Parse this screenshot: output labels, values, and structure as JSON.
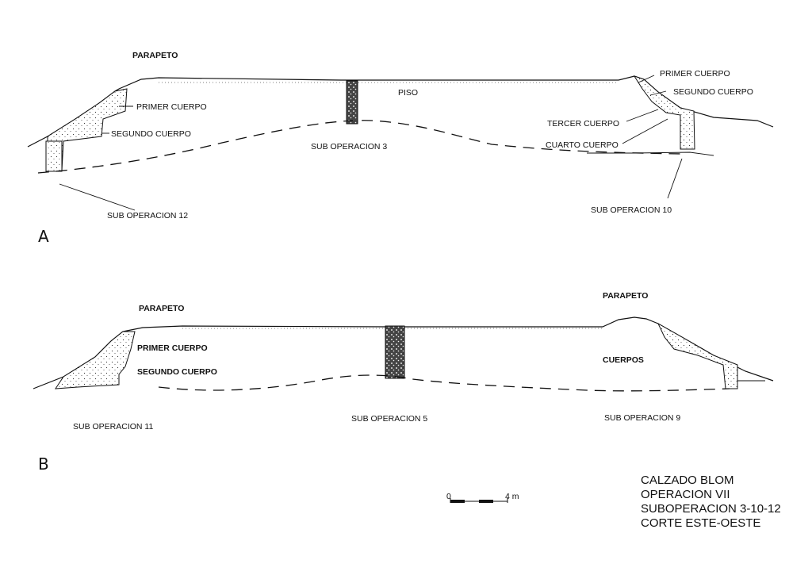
{
  "section_a": {
    "panel_label": "A",
    "labels": {
      "parapeto": "PARAPETO",
      "primer_cuerpo_left": "PRIMER CUERPO",
      "segundo_cuerpo_left": "SEGUNDO CUERPO",
      "piso": "PISO",
      "sub_operacion_3": "SUB OPERACION 3",
      "primer_cuerpo_right": "PRIMER CUERPO",
      "segundo_cuerpo_right": "SEGUNDO CUERPO",
      "tercer_cuerpo": "TERCER CUERPO",
      "cuarto_cuerpo": "CUARTO CUERPO",
      "sub_operacion_12": "SUB OPERACION 12",
      "sub_operacion_10": "SUB OPERACION 10"
    }
  },
  "section_b": {
    "panel_label": "B",
    "labels": {
      "parapeto_left": "PARAPETO",
      "parapeto_right": "PARAPETO",
      "primer_cuerpo": "PRIMER CUERPO",
      "segundo_cuerpo": "SEGUNDO CUERPO",
      "cuerpos": "CUERPOS",
      "sub_operacion_11": "SUB OPERACION 11",
      "sub_operacion_5": "SUB OPERACION 5",
      "sub_operacion_9": "SUB OPERACION 9"
    }
  },
  "scale_bar": {
    "start": "0",
    "end": "4 m"
  },
  "title_block": {
    "line1": "CALZADO BLOM",
    "line2": "OPERACION VII",
    "line3": "SUBOPERACION 3-10-12",
    "line4": "CORTE ESTE-OESTE"
  }
}
